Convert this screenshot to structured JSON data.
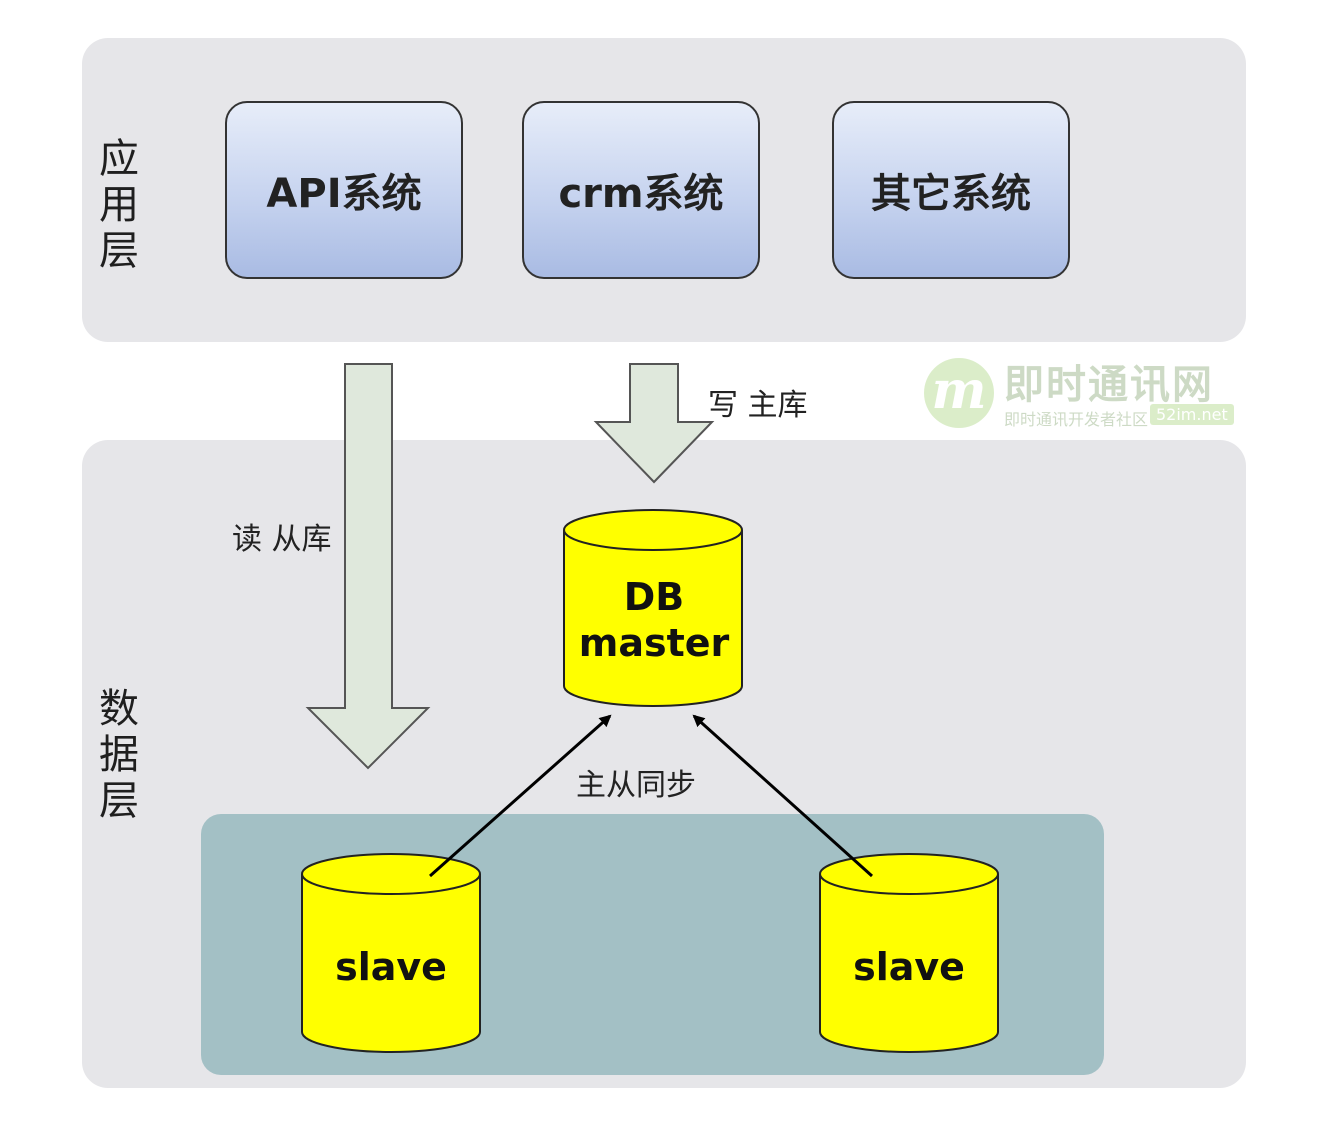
{
  "layers": {
    "application": "应用层",
    "data": "数据层"
  },
  "systems": {
    "api": "API系统",
    "crm": "crm系统",
    "other": "其它系统"
  },
  "databases": {
    "master": "DB master",
    "slave_left": "slave",
    "slave_right": "slave"
  },
  "annotations": {
    "write": "写 主库",
    "read": "读 从库",
    "sync": "主从同步"
  },
  "watermark": {
    "logo_letter": "m",
    "name": "即时通讯网",
    "slogan": "即时通讯开发者社区",
    "domain": "52im.net"
  },
  "colors": {
    "panel": "#e6e6e9",
    "slave_cluster": "#a3c0c5",
    "system_box": "#c6d3ef",
    "database": "#ffff00",
    "flow_arrow": "#dfe8dc"
  }
}
